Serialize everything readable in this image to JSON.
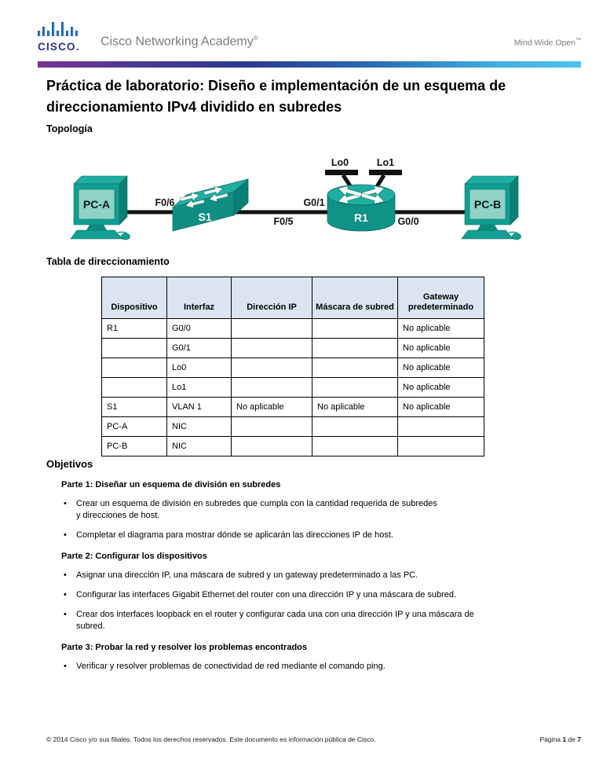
{
  "header": {
    "logo_word": "CISCO.",
    "brand": "Cisco Networking Academy",
    "brand_mark": "®",
    "tagline": "Mind Wide Open",
    "tagline_mark": "™"
  },
  "title_lines": {
    "line1": "Práctica de laboratorio: Diseño e implementación de un esquema de",
    "line2": "direccionamiento IPv4 dividido en subredes"
  },
  "sections": {
    "topology": "Topología",
    "address_table": "Tabla de direccionamiento",
    "objectives": "Objetivos"
  },
  "topology": {
    "devices": [
      "PC-A",
      "S1",
      "R1",
      "PC-B"
    ],
    "labels": {
      "pc_a": "PC-A",
      "s1": "S1",
      "r1": "R1",
      "pc_b": "PC-B",
      "f06": "F0/6",
      "f05": "F0/5",
      "g01": "G0/1",
      "g00": "G0/0",
      "lo0": "Lo0",
      "lo1": "Lo1"
    }
  },
  "address_table": {
    "headers": [
      "Dispositivo",
      "Interfaz",
      "Dirección IP",
      "Máscara de subred",
      "Gateway predeterminado"
    ],
    "rows": [
      [
        "R1",
        "G0/0",
        "",
        "",
        "No aplicable"
      ],
      [
        "",
        "G0/1",
        "",
        "",
        "No aplicable"
      ],
      [
        "",
        "Lo0",
        "",
        "",
        "No aplicable"
      ],
      [
        "",
        "Lo1",
        "",
        "",
        "No aplicable"
      ],
      [
        "S1",
        "VLAN 1",
        "No aplicable",
        "No aplicable",
        "No aplicable"
      ],
      [
        "PC-A",
        "NIC",
        "",
        "",
        ""
      ],
      [
        "PC-B",
        "NIC",
        "",
        "",
        ""
      ]
    ]
  },
  "objectives": {
    "heading": "Objetivos",
    "parts": [
      {
        "title": "Parte 1: Diseñar un esquema de división en subredes",
        "bullets": [
          [
            "Crear un esquema de división en subredes que cumpla con la cantidad requerida de subredes",
            "y direcciones de host."
          ],
          [
            "Completar el diagrama para mostrar dónde se aplicarán las direcciones IP de host."
          ]
        ]
      },
      {
        "title": "Parte 2: Configurar los dispositivos",
        "bullets": [
          [
            "Asignar una dirección IP, una máscara de subred y un gateway predeterminado a las PC."
          ],
          [
            "Configurar las interfaces Gigabit Ethernet del router con una dirección IP y una máscara de subred."
          ],
          [
            "Crear dos interfaces loopback en el router y configurar cada una con una dirección IP y una máscara de",
            "subred."
          ]
        ]
      },
      {
        "title": "Parte 3: Probar la red y resolver los problemas encontrados",
        "bullets": [
          [
            "Verificar y resolver problemas de conectividad de red mediante el comando ping."
          ]
        ]
      }
    ]
  },
  "footer": {
    "copyright": "© 2014 Cisco y/o sus filiales. Todos los derechos reservados. Este documento es información pública de Cisco.",
    "page_label": "Página",
    "page_num": "1",
    "page_sep": "de",
    "page_total": "7"
  },
  "colors": {
    "divider_gradient": [
      "#7c3392",
      "#2b3990",
      "#4ec3ef"
    ],
    "logo_blue": "#2e3192",
    "brand_gray": "#7a7b7e",
    "table_header_bg": "#dbe5f1",
    "device_teal": "#129e92",
    "device_teal_dark": "#0a7f75",
    "device_screen": "#8fd2c6"
  }
}
